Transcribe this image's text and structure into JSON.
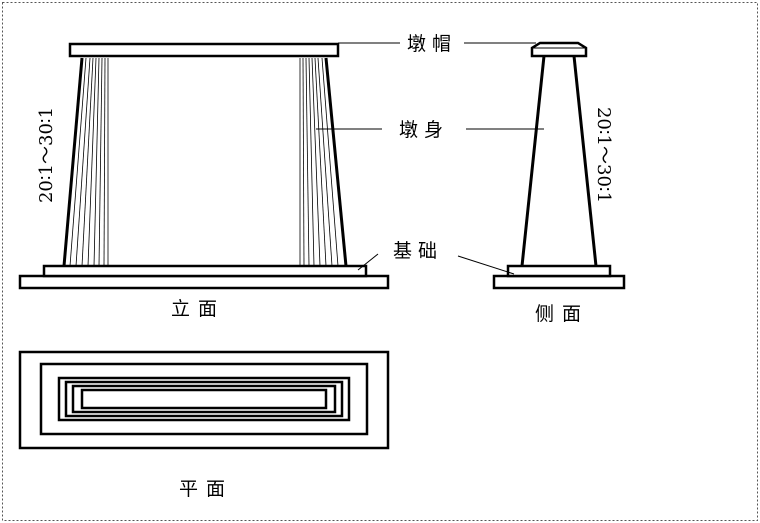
{
  "labels": {
    "cap": "墩帽",
    "shaft": "墩身",
    "foundation": "基础"
  },
  "slope_ratio": "20∶1～30∶1",
  "views": {
    "elevation": "立面",
    "side": "侧面",
    "plan": "平面"
  }
}
